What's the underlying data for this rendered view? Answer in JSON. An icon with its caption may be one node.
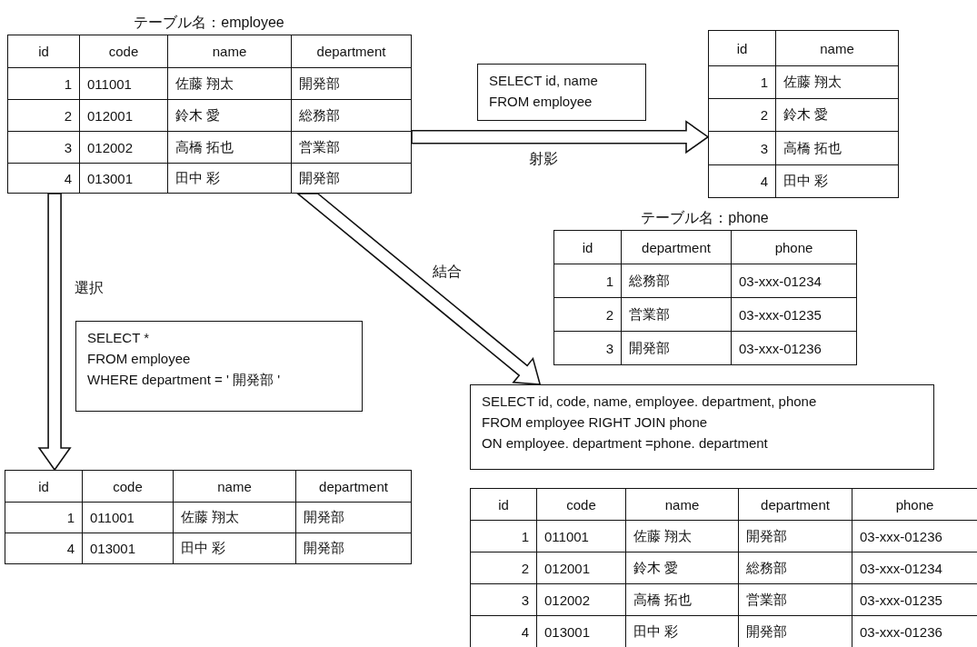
{
  "diagram": {
    "nodes": [
      {
        "text": [
          "テーブル名：employee",
          "id",
          "code",
          "name",
          "department",
          "1",
          "011001",
          "佐藤 翔太",
          "開発部",
          "2",
          "012001",
          "鈴木 愛",
          "総務部",
          "3",
          "012002",
          "高橋 拓也",
          "営業部",
          "4",
          "013001",
          "田中 彩",
          "開発部"
        ]
      },
      {
        "text": [
          "SELECT id, name",
          "FROM employee"
        ]
      },
      {
        "text": [
          "id",
          "name",
          "1",
          "佐藤 翔太",
          "2",
          "鈴木 愛",
          "3",
          "高橋 拓也",
          "4",
          "田中 彩"
        ]
      },
      {
        "text": [
          "テーブル名：phone",
          "id",
          "department",
          "phone",
          "1",
          "総務部",
          "03-xxx-01234",
          "2",
          "営業部",
          "03-xxx-01235",
          "3",
          "開発部",
          "03-xxx-01236"
        ]
      },
      {
        "text": [
          "SELECT *",
          "FROM employee",
          "WHERE department = ' 開発部 '"
        ]
      },
      {
        "text": [
          "id",
          "code",
          "name",
          "department",
          "1",
          "011001",
          "佐藤 翔太",
          "開発部",
          "4",
          "013001",
          "田中 彩",
          "開発部"
        ]
      },
      {
        "text": [
          "SELECT id, code, name, employee. department, phone",
          "FROM employee RIGHT JOIN phone",
          "ON employee. department =phone. department"
        ]
      },
      {
        "text": [
          "id",
          "code",
          "name",
          "department",
          "phone",
          "1",
          "011001",
          "佐藤 翔太",
          "開発部",
          "03-xxx-01236",
          "2",
          "012001",
          "鈴木 愛",
          "総務部",
          "03-xxx-01234",
          "3",
          "012002",
          "高橋 拓也",
          "営業部",
          "03-xxx-01235",
          "4",
          "013001",
          "田中 彩",
          "開発部",
          "03-xxx-01236"
        ]
      }
    ],
    "edges": [
      {
        "from": 0,
        "to": 2,
        "arrow": "to",
        "label": "射影"
      },
      {
        "from": 0,
        "to": 5,
        "arrow": "to",
        "label": "選択"
      },
      {
        "from": 0,
        "to": 6,
        "arrow": "to",
        "label": "結合"
      }
    ]
  }
}
